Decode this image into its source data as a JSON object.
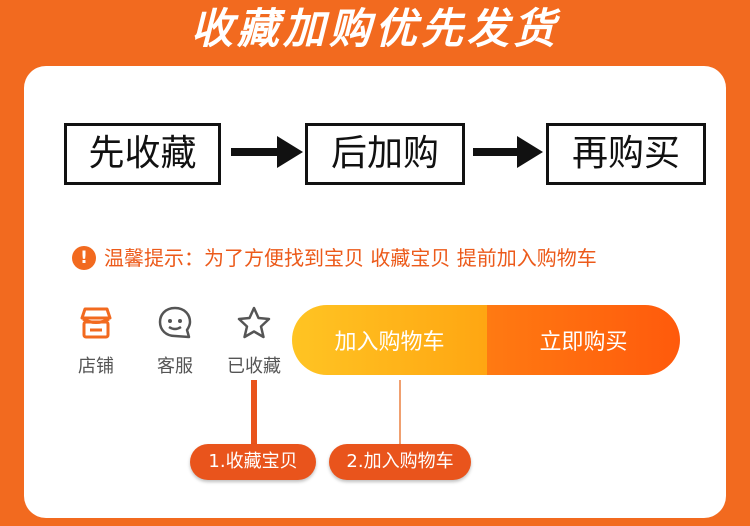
{
  "headline": "收藏加购优先发货",
  "steps": [
    "先收藏",
    "后加购",
    "再购买"
  ],
  "tip": {
    "icon_glyph": "!",
    "text": "温馨提示：为了方便找到宝贝 收藏宝贝 提前加入购物车"
  },
  "actions": [
    {
      "label": "店铺",
      "icon": "store-icon"
    },
    {
      "label": "客服",
      "icon": "chat-bubble-icon"
    },
    {
      "label": "已收藏",
      "icon": "star-icon"
    }
  ],
  "cta": {
    "cart_label": "加入购物车",
    "buy_label": "立即购买"
  },
  "callouts": [
    "1.收藏宝贝",
    "2.加入购物车"
  ],
  "colors": {
    "background": "#f26a1f",
    "accent": "#ec5a1a",
    "cart_gradient": [
      "#ffc423",
      "#ffa612"
    ],
    "buy_gradient": [
      "#ff7a12",
      "#ff5a0c"
    ],
    "callout_badge": "#e9541c"
  }
}
